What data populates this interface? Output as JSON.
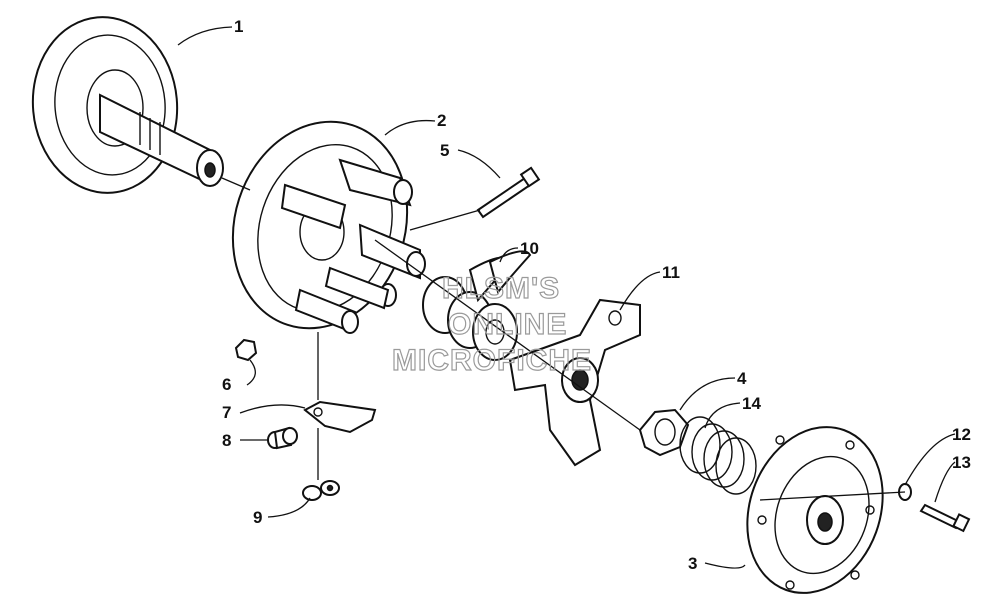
{
  "callouts": [
    "1",
    "2",
    "3",
    "4",
    "5",
    "6",
    "7",
    "8",
    "9",
    "10",
    "11",
    "12",
    "13",
    "14"
  ],
  "watermark": {
    "line1": "HLSM'S",
    "line2": "ONLINE",
    "line3": "MICROFICHE"
  }
}
